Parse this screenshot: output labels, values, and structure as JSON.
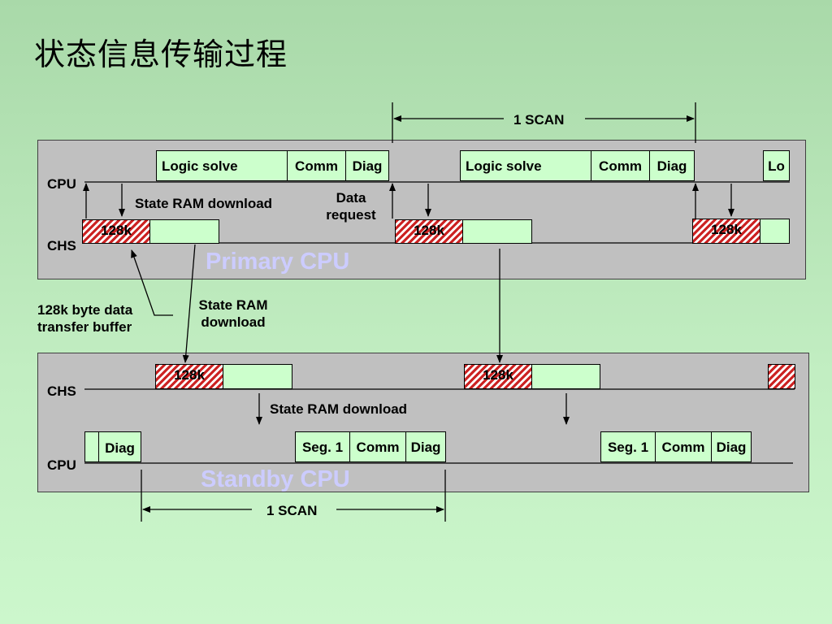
{
  "title": "状态信息传输过程",
  "scan_label_top": "1 SCAN",
  "scan_label_bottom": "1 SCAN",
  "primary": {
    "name": "Primary CPU",
    "cpu_label": "CPU",
    "chs_label": "CHS",
    "logic_solve": "Logic solve",
    "comm": "Comm",
    "diag": "Diag",
    "logic_partial": "Lo",
    "buffer": "128k",
    "state_ram_download": "State RAM download",
    "data_request": "Data\nrequest"
  },
  "standby": {
    "name": "Standby CPU",
    "cpu_label": "CPU",
    "chs_label": "CHS",
    "seg": "Seg. 1",
    "comm": "Comm",
    "diag": "Diag",
    "buffer": "128k",
    "state_ram_download": "State RAM download"
  },
  "annotations": {
    "buffer_note": "128k byte data\ntransfer buffer",
    "state_ram_download": "State RAM\ndownload"
  }
}
